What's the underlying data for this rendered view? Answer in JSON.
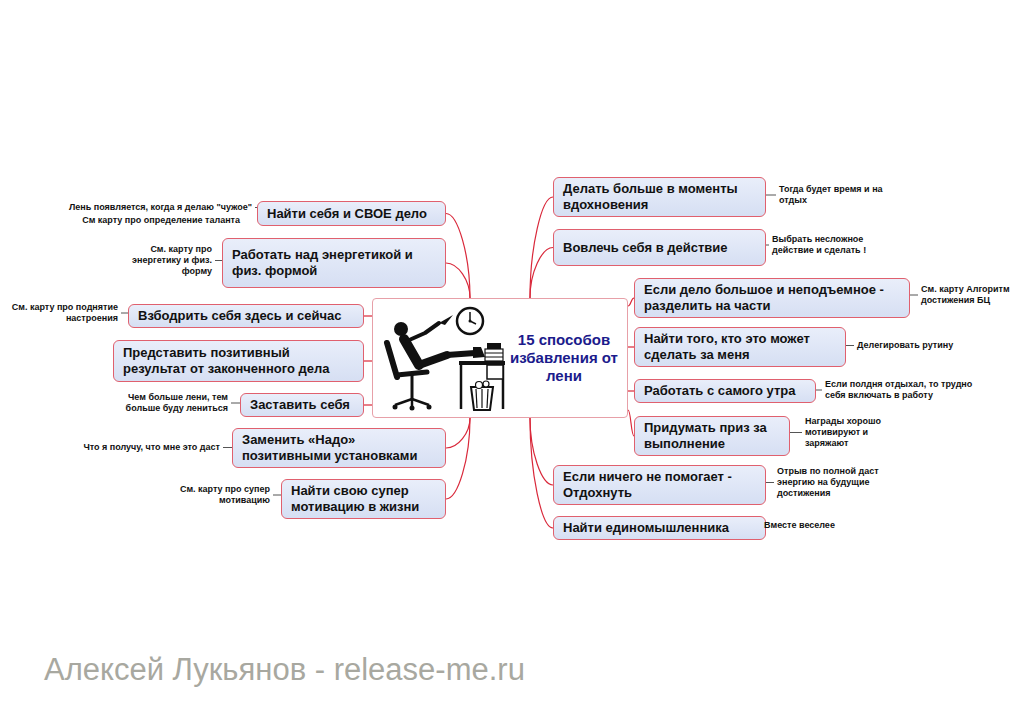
{
  "diagram": {
    "nodes": [
      {
        "text": [
          "15 способов избавления от лени"
        ]
      },
      {
        "text": [
          "Найти себя и СВОЕ дело"
        ]
      },
      {
        "text": [
          "Работать над энергетикой и физ. формой"
        ]
      },
      {
        "text": [
          "Взбодрить себя здесь и сейчас"
        ]
      },
      {
        "text": [
          "Представить позитивный результат от законченного дела"
        ]
      },
      {
        "text": [
          "Заставить себя"
        ]
      },
      {
        "text": [
          "Заменить «Надо» позитивными установками"
        ]
      },
      {
        "text": [
          "Найти свою супер мотивацию в жизни"
        ]
      },
      {
        "text": [
          "Делать больше в моменты вдохновения"
        ]
      },
      {
        "text": [
          "Вовлечь себя в действие"
        ]
      },
      {
        "text": [
          "Если дело большое и неподъемное - разделить на части"
        ]
      },
      {
        "text": [
          "Найти того, кто это может сделать за меня"
        ]
      },
      {
        "text": [
          "Работать с самого утра"
        ]
      },
      {
        "text": [
          "Придумать приз за выполнение"
        ]
      },
      {
        "text": [
          "Если ничего не помогает - Отдохнуть"
        ]
      },
      {
        "text": [
          "Найти единомышленника"
        ]
      }
    ],
    "edges": [
      {
        "from": 0,
        "to": 1,
        "arrow": "none"
      },
      {
        "from": 0,
        "to": 2,
        "arrow": "none"
      },
      {
        "from": 0,
        "to": 3,
        "arrow": "none"
      },
      {
        "from": 0,
        "to": 4,
        "arrow": "none"
      },
      {
        "from": 0,
        "to": 5,
        "arrow": "none"
      },
      {
        "from": 0,
        "to": 6,
        "arrow": "none"
      },
      {
        "from": 0,
        "to": 7,
        "arrow": "none"
      },
      {
        "from": 0,
        "to": 8,
        "arrow": "none"
      },
      {
        "from": 0,
        "to": 9,
        "arrow": "none"
      },
      {
        "from": 0,
        "to": 10,
        "arrow": "none"
      },
      {
        "from": 0,
        "to": 11,
        "arrow": "none"
      },
      {
        "from": 0,
        "to": 12,
        "arrow": "none"
      },
      {
        "from": 0,
        "to": 13,
        "arrow": "none"
      },
      {
        "from": 0,
        "to": 14,
        "arrow": "none"
      },
      {
        "from": 0,
        "to": 15,
        "arrow": "none"
      }
    ],
    "labels": [
      "Лень появляется, когда я делаю \"чужое\"",
      "См карту про определение таланта",
      "См. карту про энергетику и физ. форму",
      "См. карту про поднятие настроения",
      "Чем больше лени, тем больше буду лениться",
      "Что я получу, что мне это даст",
      "См. карту про супер мотивацию",
      "Тогда будет время и на отдых",
      "Выбрать несложное действие и сделать !",
      "См. карту Алгоритм достижения БЦ",
      "Делегировать рутину",
      "Если полдня отдыхал, то трудно себя включать в работу",
      "Награды хорошо мотивируют и заряжают",
      "Отрыв по полной даст энергию на будущие достижения",
      "Вместе веселее",
      "Алексей Лукьянов - release-me.ru"
    ]
  }
}
